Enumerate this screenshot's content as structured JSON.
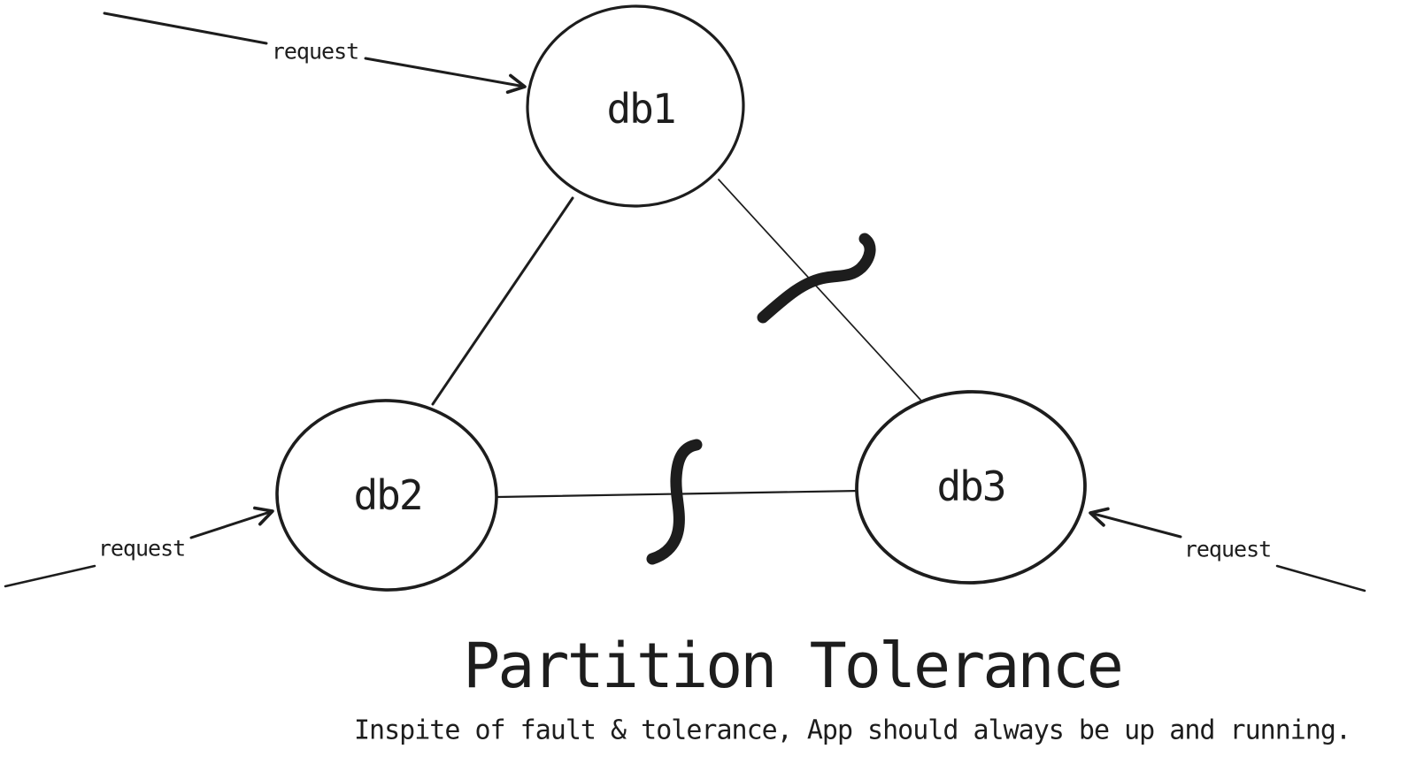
{
  "colors": {
    "ink": "#1d1d1d",
    "background": "#ffffff"
  },
  "nodes": [
    {
      "label": "db1"
    },
    {
      "label": "db2"
    },
    {
      "label": "db3"
    }
  ],
  "edges": [
    "db1-db2",
    "db1-db3",
    "db2-db3"
  ],
  "requests": [
    {
      "label": "request",
      "position": "top-left",
      "target": "db1"
    },
    {
      "label": "request",
      "position": "bottom-left",
      "target": "db2"
    },
    {
      "label": "request",
      "position": "bottom-right",
      "target": "db3"
    }
  ],
  "partition_breaks": [
    {
      "icon": "partition-break-icon",
      "edge": "db1-db3"
    },
    {
      "icon": "partition-break-icon",
      "edge": "db2-db3"
    }
  ],
  "caption": {
    "title": "Partition Tolerance",
    "subtitle": "Inspite of fault & tolerance, App should always be up and running."
  }
}
